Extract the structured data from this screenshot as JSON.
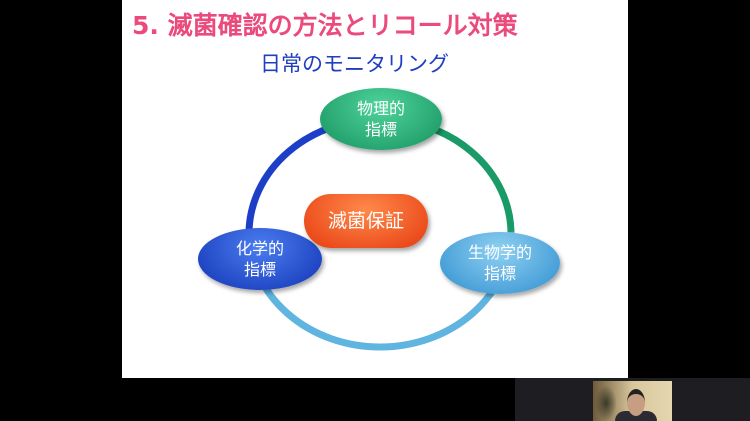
{
  "slide": {
    "title": "5. 滅菌確認の方法とリコール対策",
    "subtitle": "日常のモニタリング",
    "nodes": {
      "top": "物理的\n指標",
      "left": "化学的\n指標",
      "right": "生物学的\n指標",
      "center": "滅菌保証"
    }
  },
  "colors": {
    "title": "#ea4a7c",
    "subtitle": "#1e3fbf",
    "physical": "#16925f",
    "chemical": "#1133b4",
    "biological": "#2f8fcf",
    "center": "#e63b10"
  }
}
